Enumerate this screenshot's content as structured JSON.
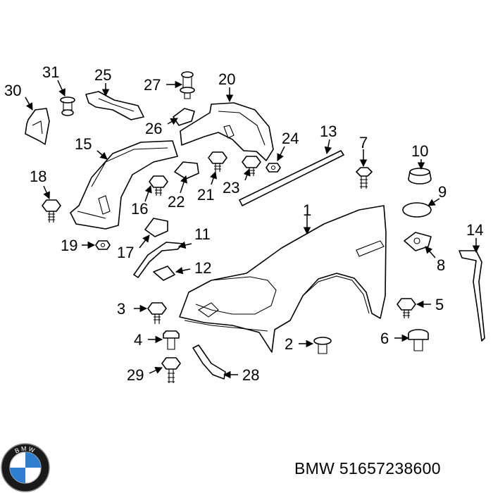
{
  "callouts": {
    "c1": "1",
    "c2": "2",
    "c3": "3",
    "c4": "4",
    "c5": "5",
    "c6": "6",
    "c7": "7",
    "c8": "8",
    "c9": "9",
    "c10": "10",
    "c11": "11",
    "c12": "12",
    "c13": "13",
    "c14": "14",
    "c15": "15",
    "c16": "16",
    "c17": "17",
    "c18": "18",
    "c19": "19",
    "c20": "20",
    "c21": "21",
    "c22": "22",
    "c23": "23",
    "c24": "24",
    "c25": "25",
    "c26": "26",
    "c27": "27",
    "c28": "28",
    "c29": "29",
    "c30": "30",
    "c31": "31"
  },
  "caption": {
    "brand": "BMW",
    "part_number": "51657238600"
  },
  "logo": {
    "text": "BMW",
    "icon": "bmw-roundel-icon",
    "colors": {
      "blue": "#2f7fd0",
      "white": "#ffffff",
      "ring": "#1a1a1a"
    }
  }
}
